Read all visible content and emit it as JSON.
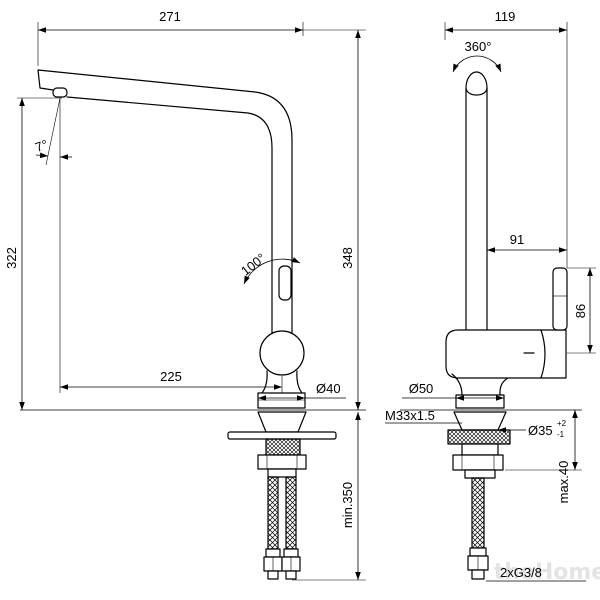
{
  "dimensions": {
    "width_front": "271",
    "width_side": "119",
    "rotation": "360°",
    "spout_angle": "7°",
    "spout_height": "322",
    "total_height": "348",
    "lever_angle": "100°",
    "lever_offset": "91",
    "lever_height": "86",
    "reach": "225",
    "base_d40": "Ø40",
    "base_d50": "Ø50",
    "thread": "M33x1.5",
    "hole_d35": "Ø35",
    "hole_tol_upper": "+2",
    "hole_tol_lower": "-1",
    "hose_length": "min.350",
    "counter_thickness": "max.40",
    "connection": "2xG3/8"
  },
  "watermark": "theHome"
}
